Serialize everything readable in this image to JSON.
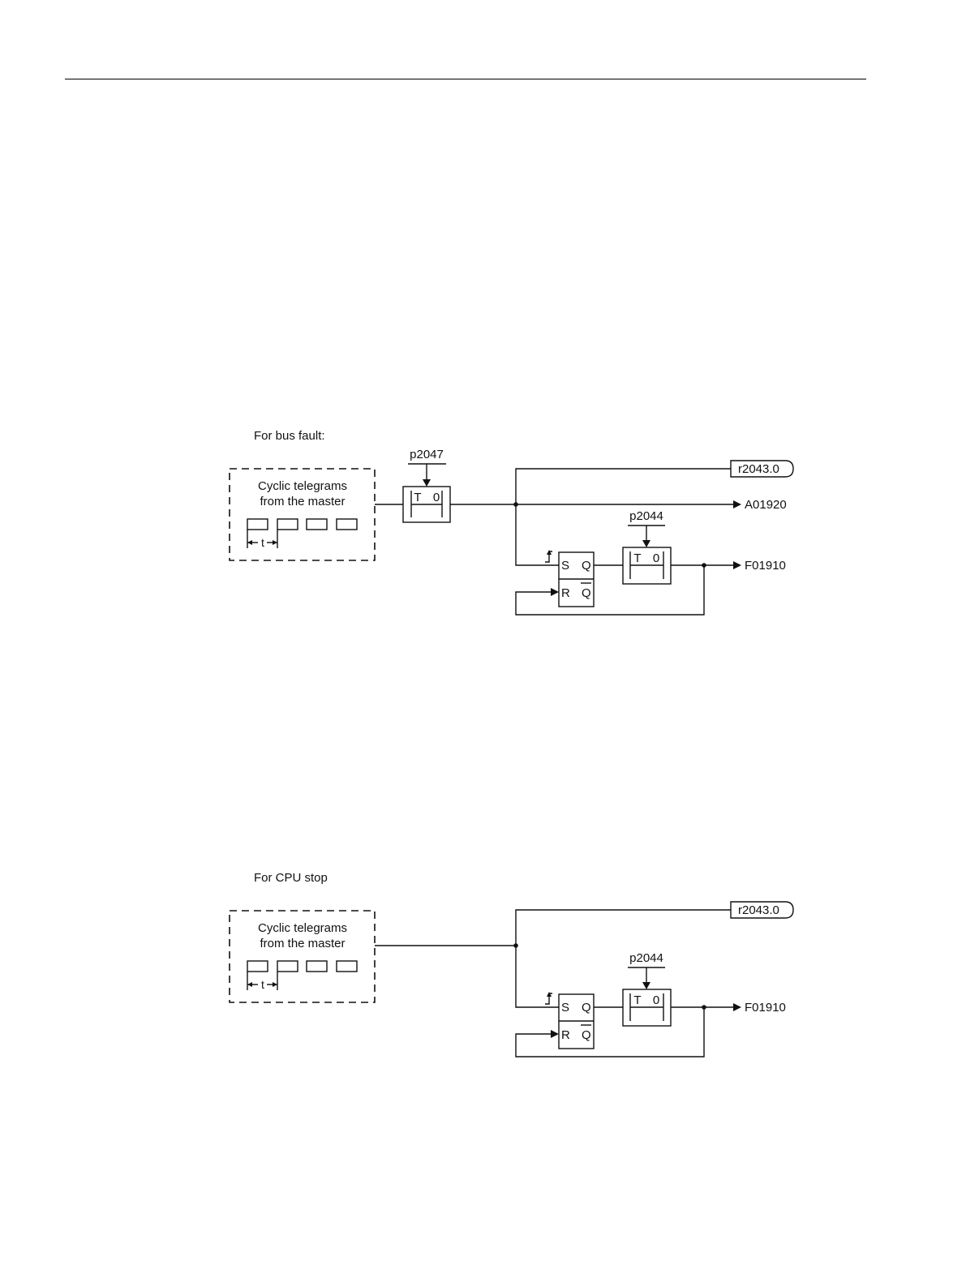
{
  "diagrams": [
    {
      "heading": "For bus fault:",
      "source_label_line1": "Cyclic telegrams",
      "source_label_line2": "from the master",
      "interval_label": "t",
      "timer1_param": "p2047",
      "timer_T": "T",
      "timer_0": "0",
      "status_param": "r2043.0",
      "alarm_output": "A01920",
      "ff_S": "S",
      "ff_R": "R",
      "ff_Q": "Q",
      "ff_Qbar": "Q",
      "timer2_param": "p2044",
      "fault_output": "F01910"
    },
    {
      "heading": "For CPU stop",
      "source_label_line1": "Cyclic telegrams",
      "source_label_line2": "from the master",
      "interval_label": "t",
      "timer_T": "T",
      "timer_0": "0",
      "status_param": "r2043.0",
      "ff_S": "S",
      "ff_R": "R",
      "ff_Q": "Q",
      "ff_Qbar": "Q",
      "timer2_param": "p2044",
      "fault_output": "F01910"
    }
  ]
}
